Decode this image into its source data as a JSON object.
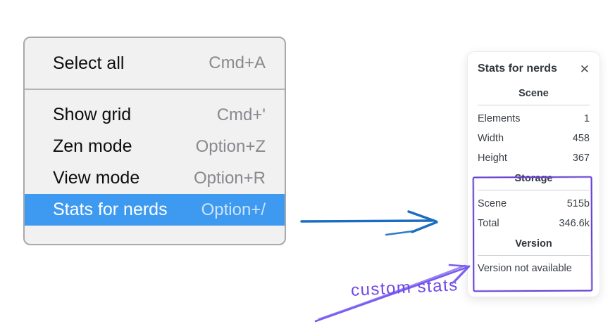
{
  "context_menu": {
    "items": [
      {
        "label": "Select all",
        "shortcut": "Cmd+A",
        "selected": false
      },
      {
        "label": "Show grid",
        "shortcut": "Cmd+'",
        "selected": false
      },
      {
        "label": "Zen mode",
        "shortcut": "Option+Z",
        "selected": false
      },
      {
        "label": "View mode",
        "shortcut": "Option+R",
        "selected": false
      },
      {
        "label": "Stats for nerds",
        "shortcut": "Option+/",
        "selected": true
      }
    ],
    "highlight_color": "#3d9af0"
  },
  "stats_panel": {
    "title": "Stats for nerds",
    "close_icon": "✕",
    "sections": [
      {
        "heading": "Scene",
        "rows": [
          {
            "label": "Elements",
            "value": "1"
          },
          {
            "label": "Width",
            "value": "458"
          },
          {
            "label": "Height",
            "value": "367"
          }
        ]
      },
      {
        "heading": "Storage",
        "rows": [
          {
            "label": "Scene",
            "value": "515b"
          },
          {
            "label": "Total",
            "value": "346.6k"
          }
        ]
      },
      {
        "heading": "Version",
        "note": "Version not available"
      }
    ]
  },
  "annotation": {
    "label": "custom stats",
    "color": "#7048e8",
    "box_color": "#6742d1"
  },
  "pointer_arrow_color": "#1a6dbf"
}
